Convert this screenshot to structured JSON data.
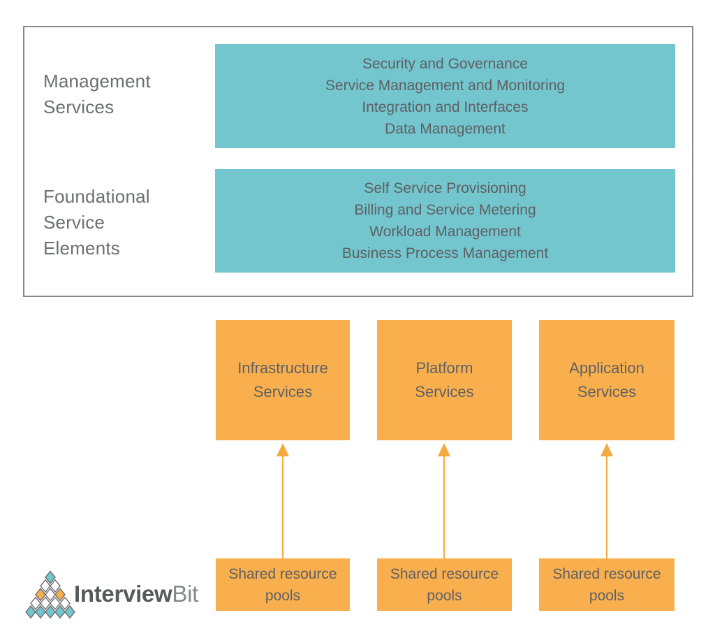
{
  "colors": {
    "teal": "#73C6CE",
    "orange": "#F9AF4D",
    "arrow_orange": "#F6A93F",
    "frame_border": "#85878A",
    "label_gray": "#6D6E71",
    "box_text_gray": "#5F6063",
    "logo_border": "#6D6E71",
    "white": "#FFFFFF"
  },
  "top_panel": {
    "rows": [
      {
        "label_lines": [
          "Management",
          "Services"
        ],
        "box_lines": [
          "Security and Governance",
          "Service Management and Monitoring",
          "Integration and Interfaces",
          "Data Management"
        ]
      },
      {
        "label_lines": [
          "Foundational",
          "Service",
          "Elements"
        ],
        "box_lines": [
          "Self Service Provisioning",
          "Billing and Service Metering",
          "Workload Management",
          "Business Process Management"
        ]
      }
    ]
  },
  "service_columns": [
    {
      "title_lines": [
        "Infrastructure",
        "Services"
      ],
      "pool_lines": [
        "Shared resource",
        "pools"
      ]
    },
    {
      "title_lines": [
        "Platform",
        "Services"
      ],
      "pool_lines": [
        "Shared resource",
        "pools"
      ]
    },
    {
      "title_lines": [
        "Application",
        "Services"
      ],
      "pool_lines": [
        "Shared resource",
        "pools"
      ]
    }
  ],
  "logo": {
    "text_primary": "Interview",
    "text_secondary": "Bit",
    "mark_rows": [
      [
        "teal"
      ],
      [
        "white",
        "white"
      ],
      [
        "orange",
        "white",
        "orange"
      ],
      [
        "white",
        "white",
        "white",
        "white"
      ],
      [
        "teal",
        "teal",
        "teal",
        "teal",
        "teal"
      ]
    ]
  }
}
